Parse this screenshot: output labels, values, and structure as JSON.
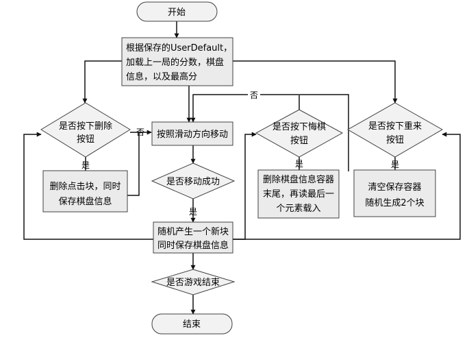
{
  "nodes": {
    "start": {
      "label": "开始"
    },
    "load": {
      "lines": [
        "根据保存的UserDefault，",
        "加载上一局的分数，棋盘",
        "信息，以及最高分"
      ]
    },
    "delete_q": {
      "lines": [
        "是否按下删除",
        "按钮"
      ]
    },
    "delete_act": {
      "lines": [
        "删除点击块，同时",
        "保存棋盘信息"
      ]
    },
    "move": {
      "label": "按照滑动方向移动"
    },
    "move_q": {
      "label": "是否移动成功"
    },
    "spawn": {
      "lines": [
        "随机产生一个新块",
        "同时保存棋盘信息"
      ]
    },
    "over_q": {
      "label": "是否游戏结束"
    },
    "end": {
      "label": "结束"
    },
    "undo_q": {
      "lines": [
        "是否按下悔棋",
        "按钮"
      ]
    },
    "undo_act": {
      "lines": [
        "删除棋盘信息容器",
        "末尾，再读最后一",
        "个元素载入"
      ]
    },
    "restart_q": {
      "lines": [
        "是否按下重来",
        "按钮"
      ]
    },
    "restart_act": {
      "lines": [
        "清空保存容器",
        "随机生成2个块"
      ]
    }
  },
  "edge_labels": {
    "no_top": "否",
    "no_delete": "否",
    "yes_delete": "是",
    "yes_move": "是",
    "yes_undo": "是",
    "yes_restart": "是"
  }
}
